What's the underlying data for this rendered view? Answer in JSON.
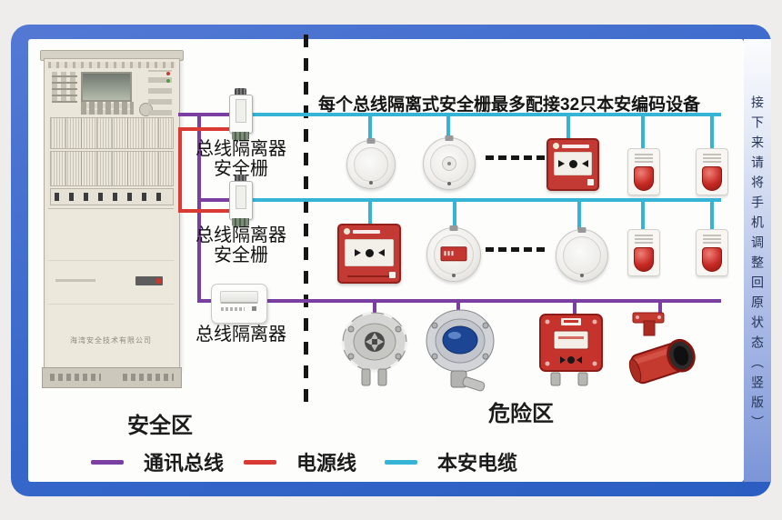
{
  "window": {
    "vertical_note": "接下来请将手机调整回原状态（竖版）"
  },
  "caption": {
    "text": "每个总线隔离式安全栅最多配接32只本安编码设备"
  },
  "panel": {
    "company": "海湾安全技术有限公司"
  },
  "isolators": {
    "barrier1": {
      "line1": "总线隔离器",
      "line2": "安全栅"
    },
    "barrier2": {
      "line1": "总线隔离器",
      "line2": "安全栅"
    },
    "isolator3": {
      "line1": "总线隔离器"
    }
  },
  "zones": {
    "safe": "安全区",
    "hazard": "危险区"
  },
  "legend": {
    "items": [
      {
        "label": "通讯总线",
        "color": "#7a3fa0"
      },
      {
        "label": "电源线",
        "color": "#d93a33"
      },
      {
        "label": "本安电缆",
        "color": "#35b4d6"
      }
    ]
  },
  "colors": {
    "comm_bus": "#7a3fa0",
    "power_line": "#d93a33",
    "ia_cable": "#35b4d6",
    "frame_blue": "#2f63c5"
  }
}
